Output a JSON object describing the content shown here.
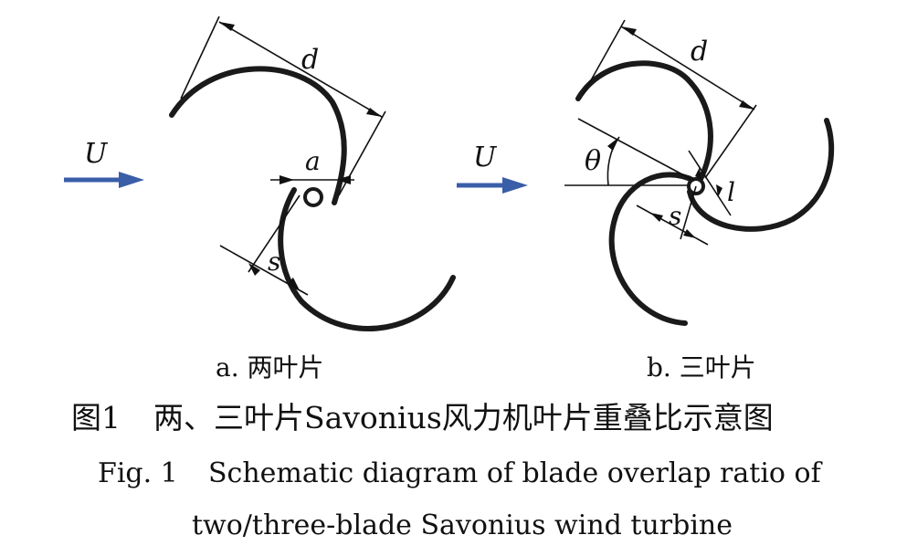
{
  "diagrams": {
    "a": {
      "flow_label": "U",
      "dim_d": "d",
      "dim_a": "a",
      "dim_s": "s",
      "caption": "a. 两叶片"
    },
    "b": {
      "flow_label": "U",
      "dim_d": "d",
      "angle_theta": "θ",
      "dim_s": "s",
      "dim_l": "l",
      "caption": "b. 三叶片"
    }
  },
  "figure_caption": {
    "zh_label": "图1",
    "zh_text": "两、三叶片Savonius风力机叶片重叠比示意图",
    "en_label": "Fig. 1",
    "en_line1": "Schematic diagram of blade overlap ratio of",
    "en_line2": "two/three-blade Savonius wind turbine"
  },
  "colors": {
    "flow_arrow": "#3a5ea8",
    "blade": "#1a1a1a"
  }
}
